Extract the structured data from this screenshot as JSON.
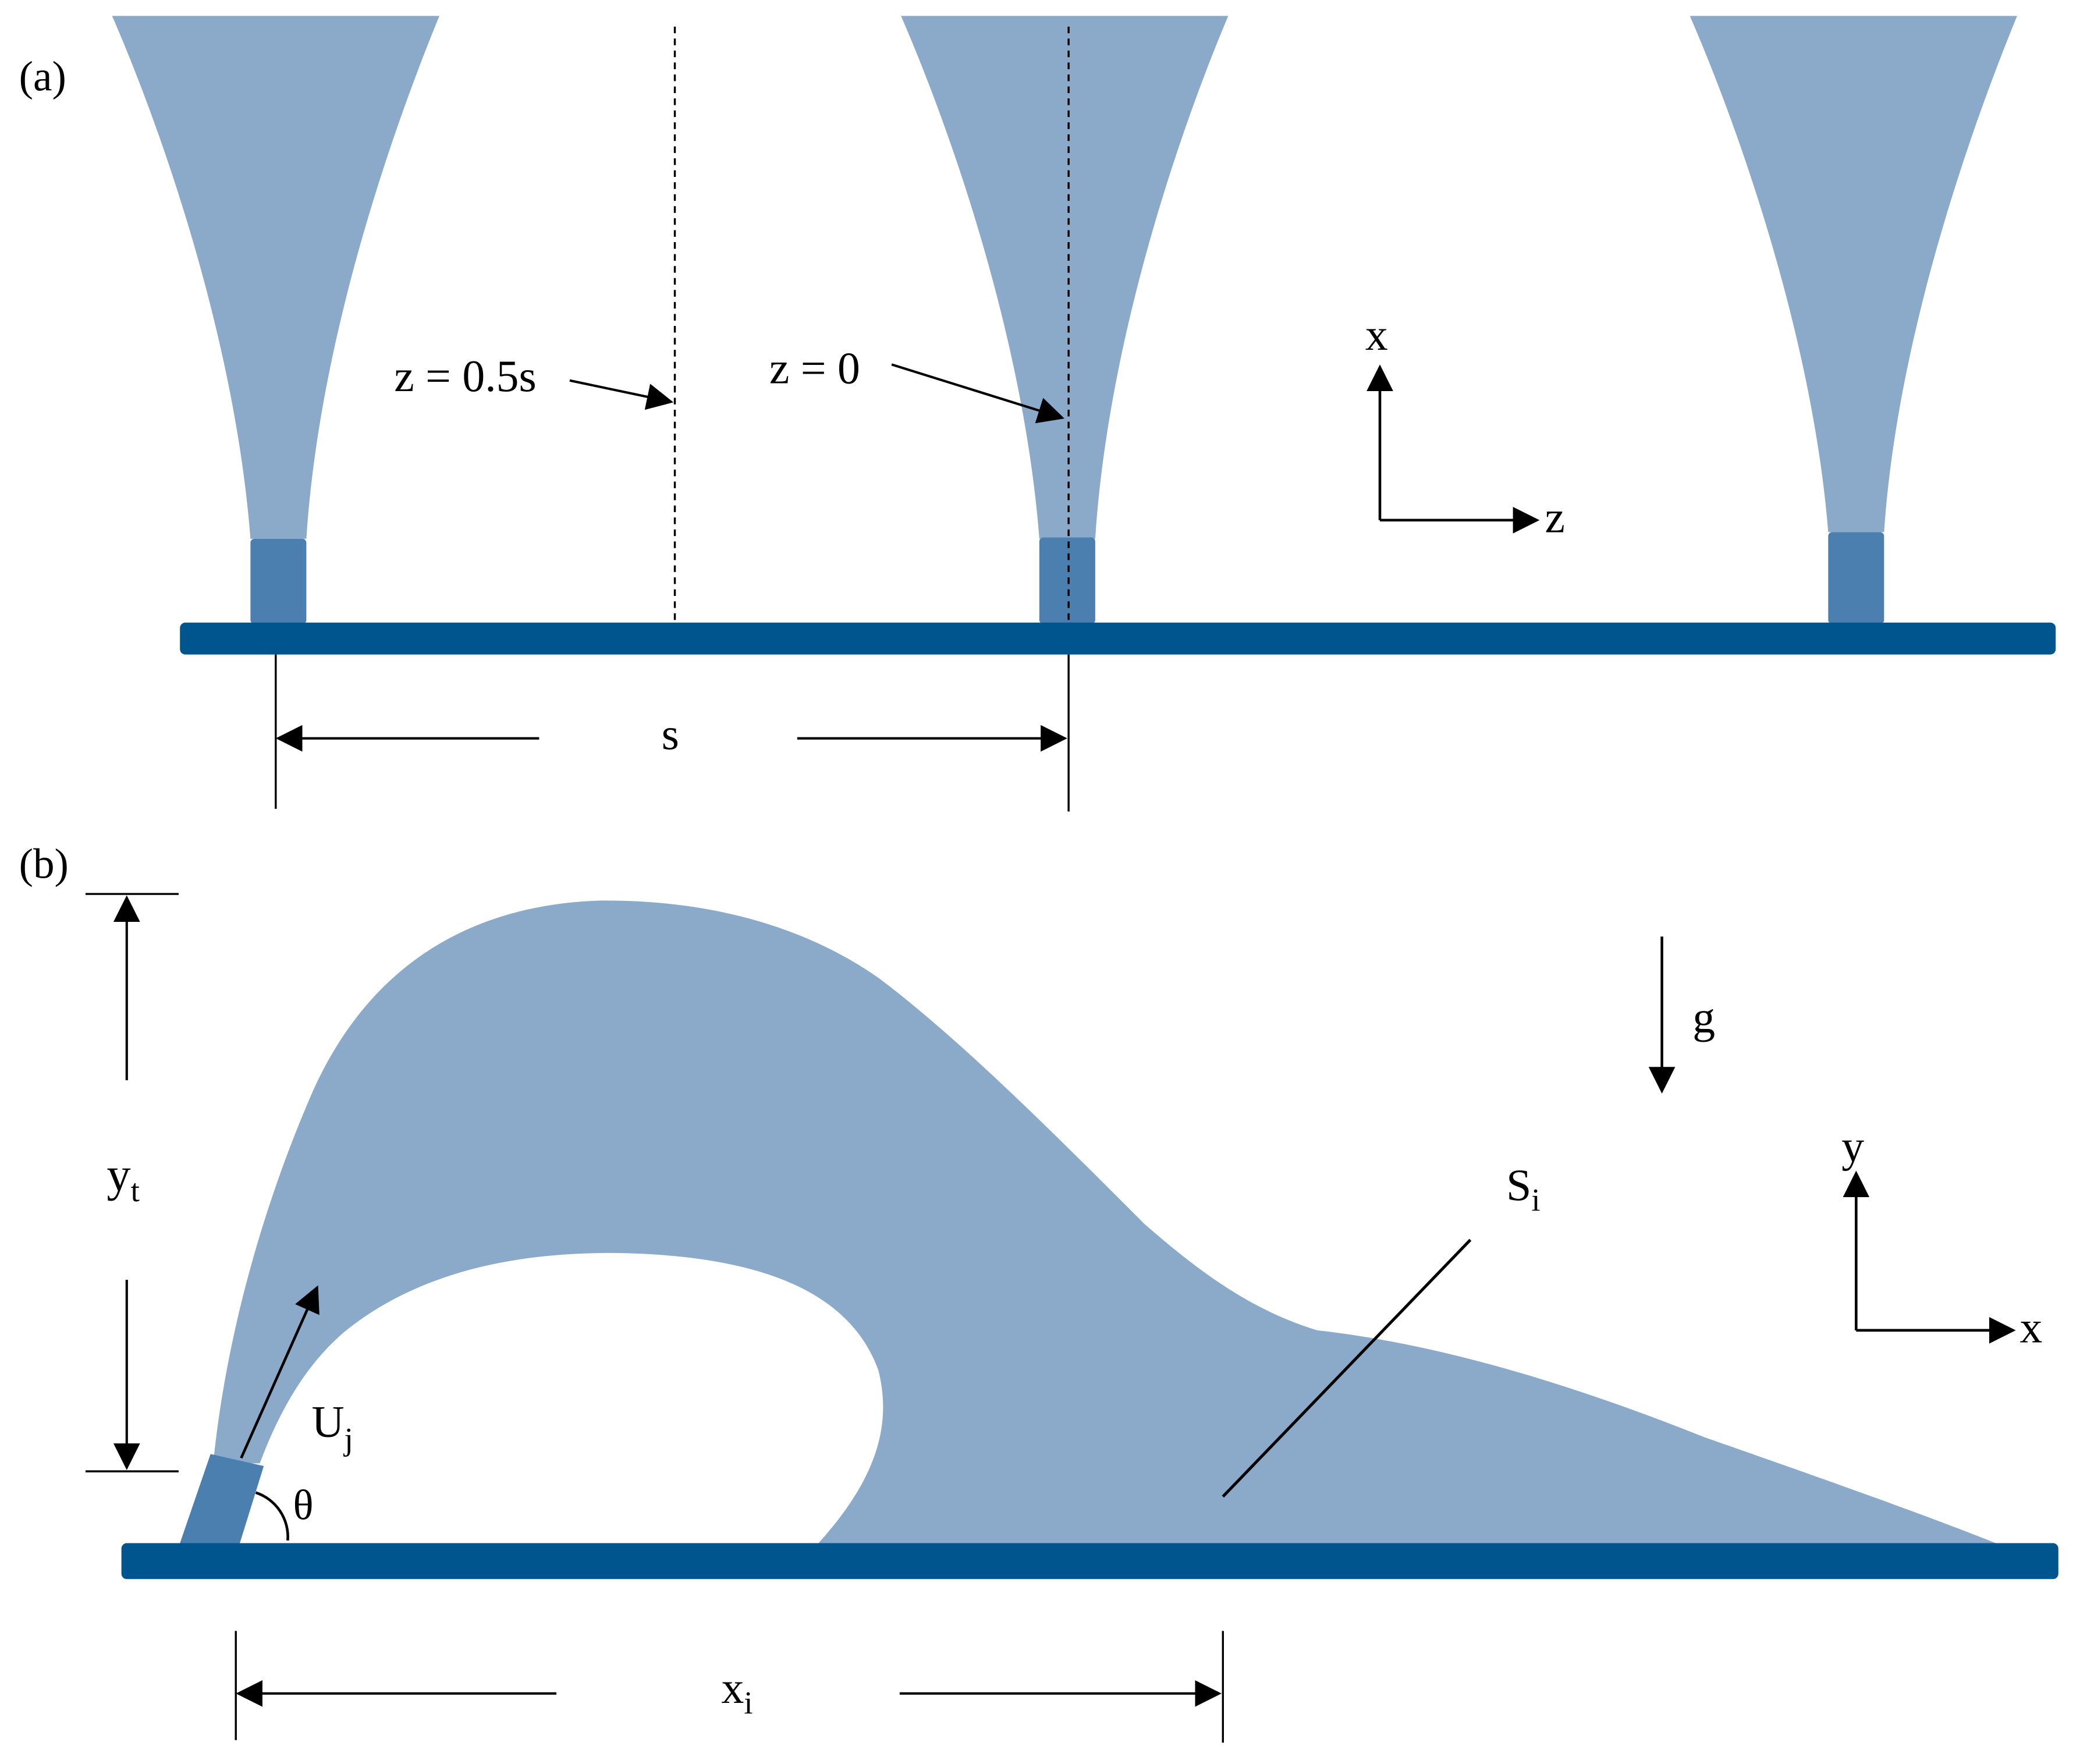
{
  "colors": {
    "jet": "#8BAACA",
    "nozzle": "#4A7FB0",
    "wall": "#00558F",
    "ink": "#000000"
  },
  "panel_a": {
    "label": "(a)",
    "z_mid_label": "z = 0.5s",
    "z_zero_label": "z = 0",
    "axis_x": "x",
    "axis_z": "z",
    "spacing_label": "s"
  },
  "panel_b": {
    "label": "(b)",
    "gravity_label": "g",
    "height_label_main": "y",
    "height_label_sub": "t",
    "velocity_label_main": "U",
    "velocity_label_sub": "j",
    "angle_label": "θ",
    "surface_label_main": "S",
    "surface_label_sub": "i",
    "axis_y": "y",
    "axis_x": "x",
    "distance_label_main": "x",
    "distance_label_sub": "i"
  }
}
